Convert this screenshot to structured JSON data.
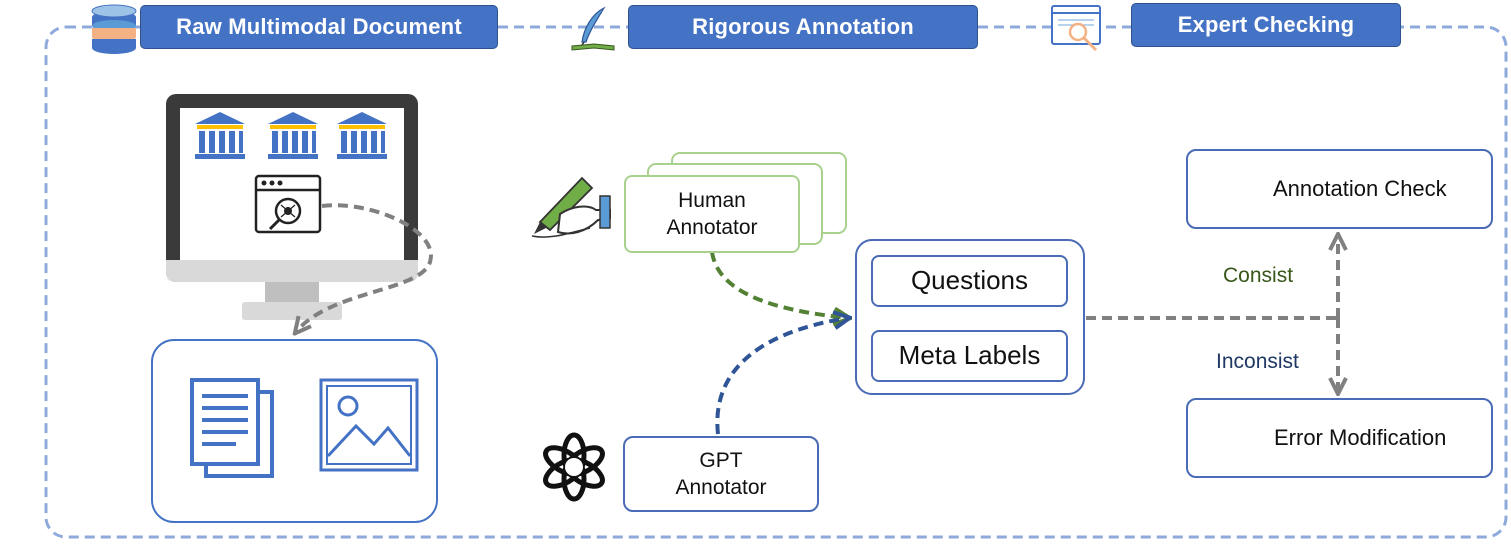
{
  "stages": {
    "raw": "Raw Multimodal Document",
    "annotation": "Rigorous Annotation",
    "checking": "Expert Checking"
  },
  "annotators": {
    "human": "Human Annotator",
    "gpt": "GPT Annotator"
  },
  "outputs": {
    "questions": "Questions",
    "meta_labels": "Meta Labels"
  },
  "checks": {
    "annotation_check": "Annotation Check",
    "error_modification": "Error Modification"
  },
  "edges": {
    "consist": "Consist",
    "inconsist": "Inconsist"
  },
  "colors": {
    "accent_blue": "#4472c4",
    "frame_blue": "#8eaadb",
    "box_border": "#4a6bb5",
    "human_green": "#a9d18e",
    "consist_green": "#38571a",
    "inconsist_blue": "#1f3864",
    "arrow_gray": "#808080"
  }
}
